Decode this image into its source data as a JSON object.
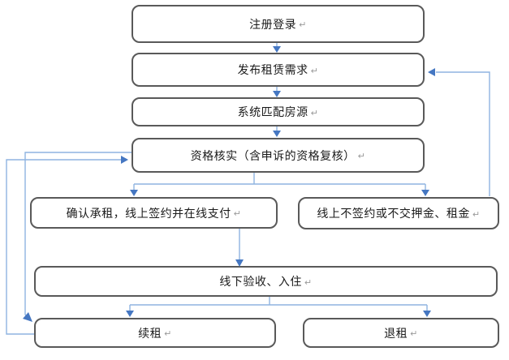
{
  "meta": {
    "title": "租赁流程图",
    "return_mark": "↵",
    "colors": {
      "box_border": "#595959",
      "box_fill": "#ffffff",
      "text": "#1a1a1a",
      "connector_line": "#8fb4e0",
      "connector_arrow": "#4577c2"
    }
  },
  "flow": {
    "nodes": [
      {
        "id": "register",
        "label": "注册登录"
      },
      {
        "id": "publish-demand",
        "label": "发布租赁需求"
      },
      {
        "id": "match-listings",
        "label": "系统匹配房源"
      },
      {
        "id": "qualification-check",
        "label": "资格核实（含申诉的资格复核）"
      },
      {
        "id": "confirm-lease",
        "label": "确认承租，线上签约并在线支付"
      },
      {
        "id": "no-sign",
        "label": "线上不签约或不交押金、租金"
      },
      {
        "id": "move-in",
        "label": "线下验收、入住"
      },
      {
        "id": "renew",
        "label": "续租"
      },
      {
        "id": "terminate",
        "label": "退租"
      }
    ],
    "edges": [
      {
        "from": "注册登录",
        "to": "发布租赁需求"
      },
      {
        "from": "发布租赁需求",
        "to": "系统匹配房源"
      },
      {
        "from": "系统匹配房源",
        "to": "资格核实（含申诉的资格复核）"
      },
      {
        "from": "资格核实（含申诉的资格复核）",
        "to": "确认承租，线上签约并在线支付"
      },
      {
        "from": "资格核实（含申诉的资格复核）",
        "to": "线上不签约或不交押金、租金"
      },
      {
        "from": "确认承租，线上签约并在线支付",
        "to": "线下验收、入住"
      },
      {
        "from": "线下验收、入住",
        "to": "续租"
      },
      {
        "from": "线下验收、入住",
        "to": "退租"
      },
      {
        "from": "线上不签约或不交押金、租金",
        "to": "发布租赁需求"
      },
      {
        "from": "续租",
        "to": "资格核实（含申诉的资格复核）"
      },
      {
        "from": "资格核实（含申诉的资格复核）",
        "to": "续租"
      }
    ]
  }
}
